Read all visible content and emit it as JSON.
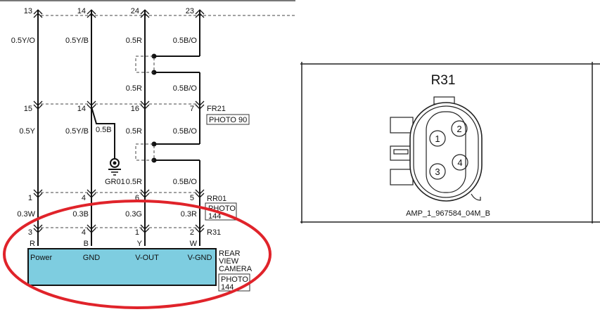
{
  "colors": {
    "wire": "#111111",
    "dash": "#444444",
    "component_fill": "#7ecde0",
    "highlight_ellipse": "#e0232a",
    "panel_border": "#222222"
  },
  "top_rule": true,
  "connectors_row1": {
    "pins": [
      "13",
      "14",
      "24",
      "23"
    ]
  },
  "wires_row1": [
    "0.5Y/O",
    "0.5Y/B",
    "0.5R",
    "0.5B/O"
  ],
  "splice_row1_wires": [
    "0.5R",
    "0.5B/O"
  ],
  "connectors_row2": {
    "pins": [
      "15",
      "14",
      "16",
      "7"
    ],
    "name": "FR21",
    "photo": "PHOTO 90"
  },
  "wires_row2": [
    "0.5Y",
    "0.5Y/B",
    "0.5R",
    "0.5B/O"
  ],
  "ground_branch": {
    "wire": "0.5B",
    "ground": "GR01"
  },
  "splice_row2_wires": [
    "0.5R",
    "0.5B/O"
  ],
  "connectors_row3": {
    "pins": [
      "1",
      "4",
      "6",
      "5"
    ],
    "name": "RR01",
    "photo": "PHOTO\n144",
    "photo_lines": [
      "PHOTO",
      "144"
    ]
  },
  "wires_row3": [
    "0.3W",
    "0.3B",
    "0.3G",
    "0.3R"
  ],
  "connectors_row4": {
    "pins": [
      "3",
      "4",
      "1",
      "2"
    ],
    "name": "R31",
    "colors": [
      "R",
      "B",
      "Y",
      "W"
    ]
  },
  "component": {
    "terminals": [
      "Power",
      "GND",
      "V-OUT",
      "V-GND"
    ],
    "name_lines": [
      "REAR",
      "VIEW",
      "CAMERA"
    ],
    "photo_lines": [
      "PHOTO",
      "144"
    ]
  },
  "connector_view": {
    "title": "R31",
    "pins": [
      "1",
      "2",
      "3",
      "4"
    ],
    "part_number": "AMP_1_967584_04M_B"
  }
}
